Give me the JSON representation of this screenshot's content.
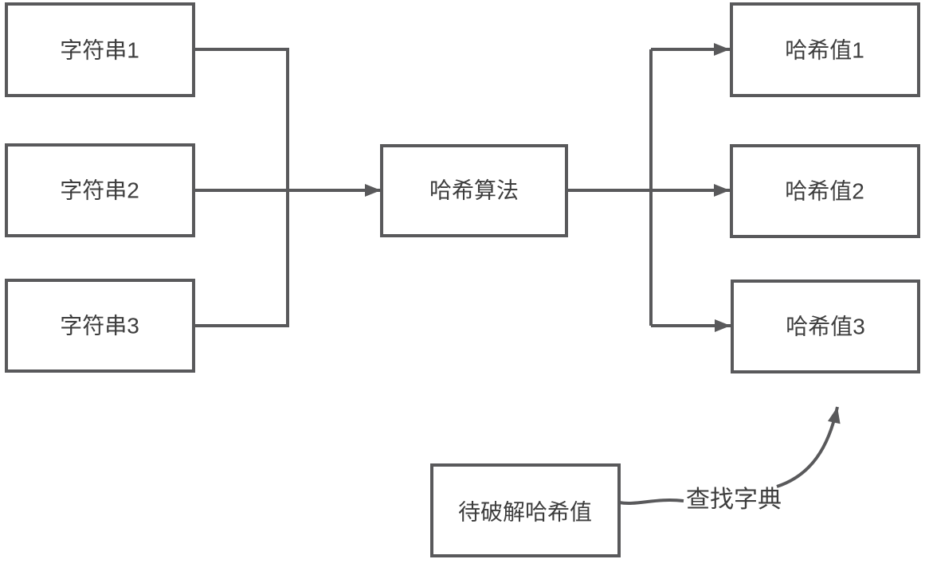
{
  "diagram": {
    "background": "#ffffff",
    "stroke_color": "#59595b",
    "text_color": "#3d3d3d",
    "nodes": {
      "string1": {
        "label": "字符串1"
      },
      "string2": {
        "label": "字符串2"
      },
      "string3": {
        "label": "字符串3"
      },
      "hash_algorithm": {
        "label": "哈希算法"
      },
      "hash1": {
        "label": "哈希值1"
      },
      "hash2": {
        "label": "哈希值2"
      },
      "hash3": {
        "label": "哈希值3"
      },
      "target_hash": {
        "label": "待破解哈希值"
      }
    },
    "edge_labels": {
      "lookup_dictionary": "查找字典"
    }
  }
}
